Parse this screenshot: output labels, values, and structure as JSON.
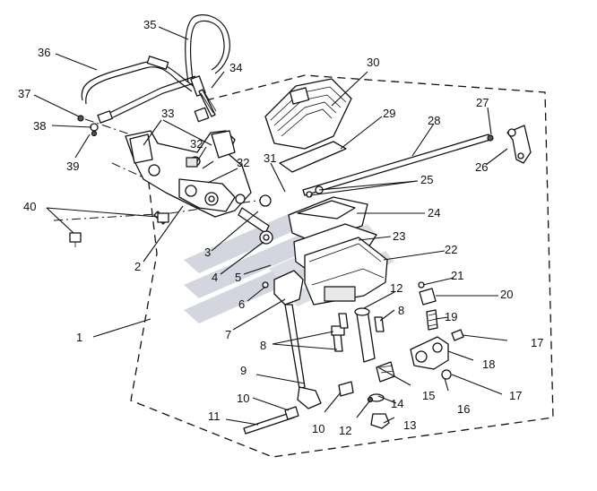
{
  "callouts": [
    {
      "id": "c1",
      "text": "1"
    },
    {
      "id": "c2",
      "text": "2"
    },
    {
      "id": "c3",
      "text": "3"
    },
    {
      "id": "c4",
      "text": "4"
    },
    {
      "id": "c5",
      "text": "5"
    },
    {
      "id": "c6",
      "text": "6"
    },
    {
      "id": "c7",
      "text": "7"
    },
    {
      "id": "c8a",
      "text": "8"
    },
    {
      "id": "c8b",
      "text": "8"
    },
    {
      "id": "c9",
      "text": "9"
    },
    {
      "id": "c10a",
      "text": "10"
    },
    {
      "id": "c10b",
      "text": "10"
    },
    {
      "id": "c11",
      "text": "11"
    },
    {
      "id": "c12a",
      "text": "12"
    },
    {
      "id": "c12b",
      "text": "12"
    },
    {
      "id": "c13",
      "text": "13"
    },
    {
      "id": "c14",
      "text": "14"
    },
    {
      "id": "c15",
      "text": "15"
    },
    {
      "id": "c16",
      "text": "16"
    },
    {
      "id": "c17a",
      "text": "17"
    },
    {
      "id": "c17b",
      "text": "17"
    },
    {
      "id": "c18",
      "text": "18"
    },
    {
      "id": "c19",
      "text": "19"
    },
    {
      "id": "c20",
      "text": "20"
    },
    {
      "id": "c21",
      "text": "21"
    },
    {
      "id": "c22",
      "text": "22"
    },
    {
      "id": "c23",
      "text": "23"
    },
    {
      "id": "c24",
      "text": "24"
    },
    {
      "id": "c25",
      "text": "25"
    },
    {
      "id": "c26",
      "text": "26"
    },
    {
      "id": "c27",
      "text": "27"
    },
    {
      "id": "c28",
      "text": "28"
    },
    {
      "id": "c29",
      "text": "29"
    },
    {
      "id": "c30",
      "text": "30"
    },
    {
      "id": "c31",
      "text": "31"
    },
    {
      "id": "c32a",
      "text": "32"
    },
    {
      "id": "c32b",
      "text": "32"
    },
    {
      "id": "c33",
      "text": "33"
    },
    {
      "id": "c34",
      "text": "34"
    },
    {
      "id": "c35",
      "text": "35"
    },
    {
      "id": "c36",
      "text": "36"
    },
    {
      "id": "c37",
      "text": "37"
    },
    {
      "id": "c38",
      "text": "38"
    },
    {
      "id": "c39",
      "text": "39"
    },
    {
      "id": "c40",
      "text": "40"
    }
  ],
  "colors": {
    "line": "#111111",
    "watermark": "#c9ccd6",
    "background": "#ffffff"
  },
  "watermark": {
    "icon": "logo-watermark-icon"
  }
}
